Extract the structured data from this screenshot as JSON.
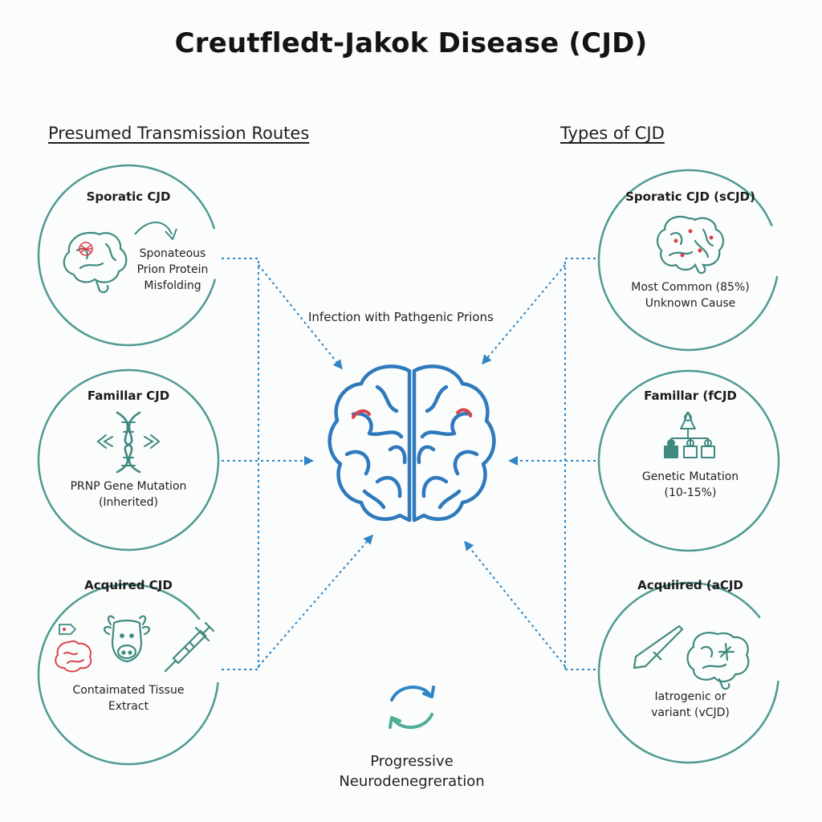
{
  "title": "Creutfledt-Jakok Disease (CJD)",
  "sections": {
    "left": "Presumed Transmission Routes",
    "right": "Types of CJD"
  },
  "left_nodes": [
    {
      "title": "Sporatic CJD",
      "lines": [
        "Sponateous",
        "Prion Protein",
        "Misfolding"
      ]
    },
    {
      "title": "Famillar CJD",
      "lines": [
        "PRNP Gene Mutation",
        "(Inherited)"
      ]
    },
    {
      "title": "Acquired CJD",
      "lines": [
        "Contaimated Tissue",
        "Extract"
      ]
    }
  ],
  "right_nodes": [
    {
      "title": "Sporatic CJD (sCJD)",
      "lines": [
        "Most Common (85%)",
        "Unknown Cause"
      ]
    },
    {
      "title": "Famillar (fCJD",
      "lines": [
        "Genetic Mutation",
        "(10-15%)"
      ]
    },
    {
      "title": "Acquiired (aCJD",
      "lines": [
        "Iatrogenic or",
        "variant (vCJD)"
      ]
    }
  ],
  "center": {
    "caption": "Infection with Pathgenic Prions"
  },
  "footer": {
    "line1": "Progressive",
    "line2": "Neurodenegreration"
  },
  "colors": {
    "circle": "#4f9a93",
    "arrow": "#2f86c4",
    "brain": "#2f79bd",
    "icon": "#3f8a80",
    "accent": "#d9434b"
  }
}
